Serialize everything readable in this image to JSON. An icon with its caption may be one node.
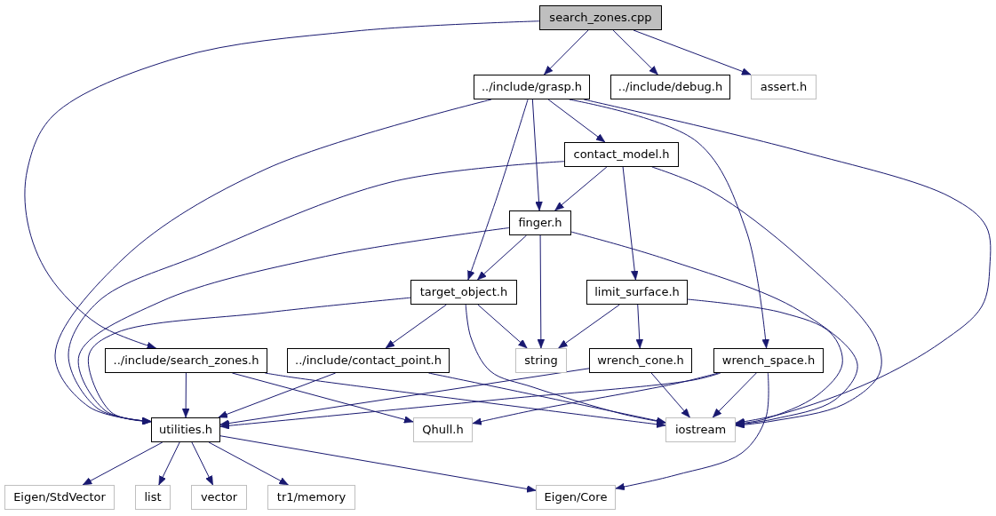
{
  "diagram": {
    "nodes": [
      {
        "text": [
          "search_zones.cpp"
        ]
      },
      {
        "text": [
          "../include/grasp.h"
        ]
      },
      {
        "text": [
          "../include/debug.h"
        ]
      },
      {
        "text": [
          "assert.h"
        ]
      },
      {
        "text": [
          "contact_model.h"
        ]
      },
      {
        "text": [
          "finger.h"
        ]
      },
      {
        "text": [
          "target_object.h"
        ]
      },
      {
        "text": [
          "limit_surface.h"
        ]
      },
      {
        "text": [
          "../include/search_zones.h"
        ]
      },
      {
        "text": [
          "../include/contact_point.h"
        ]
      },
      {
        "text": [
          "string"
        ]
      },
      {
        "text": [
          "wrench_cone.h"
        ]
      },
      {
        "text": [
          "wrench_space.h"
        ]
      },
      {
        "text": [
          "utilities.h"
        ]
      },
      {
        "text": [
          "Qhull.h"
        ]
      },
      {
        "text": [
          "iostream"
        ]
      },
      {
        "text": [
          "Eigen/StdVector"
        ]
      },
      {
        "text": [
          "list"
        ]
      },
      {
        "text": [
          "vector"
        ]
      },
      {
        "text": [
          "tr1/memory"
        ]
      },
      {
        "text": [
          "Eigen/Core"
        ]
      }
    ],
    "edges": [
      {
        "from": 0,
        "to": 1,
        "arrow": "to"
      },
      {
        "from": 0,
        "to": 2,
        "arrow": "to"
      },
      {
        "from": 0,
        "to": 3,
        "arrow": "to"
      },
      {
        "from": 0,
        "to": 8,
        "arrow": "to"
      },
      {
        "from": 1,
        "to": 4,
        "arrow": "to"
      },
      {
        "from": 1,
        "to": 5,
        "arrow": "to"
      },
      {
        "from": 1,
        "to": 6,
        "arrow": "to"
      },
      {
        "from": 1,
        "to": 12,
        "arrow": "to"
      },
      {
        "from": 1,
        "to": 13,
        "arrow": "to"
      },
      {
        "from": 1,
        "to": 15,
        "arrow": "to"
      },
      {
        "from": 4,
        "to": 5,
        "arrow": "to"
      },
      {
        "from": 4,
        "to": 7,
        "arrow": "to"
      },
      {
        "from": 4,
        "to": 13,
        "arrow": "to"
      },
      {
        "from": 4,
        "to": 15,
        "arrow": "to"
      },
      {
        "from": 5,
        "to": 6,
        "arrow": "to"
      },
      {
        "from": 5,
        "to": 10,
        "arrow": "to"
      },
      {
        "from": 5,
        "to": 13,
        "arrow": "to"
      },
      {
        "from": 5,
        "to": 15,
        "arrow": "to"
      },
      {
        "from": 6,
        "to": 9,
        "arrow": "to"
      },
      {
        "from": 6,
        "to": 10,
        "arrow": "to"
      },
      {
        "from": 6,
        "to": 13,
        "arrow": "to"
      },
      {
        "from": 6,
        "to": 15,
        "arrow": "to"
      },
      {
        "from": 7,
        "to": 10,
        "arrow": "to"
      },
      {
        "from": 7,
        "to": 11,
        "arrow": "to"
      },
      {
        "from": 7,
        "to": 15,
        "arrow": "to"
      },
      {
        "from": 8,
        "to": 13,
        "arrow": "to"
      },
      {
        "from": 8,
        "to": 14,
        "arrow": "to"
      },
      {
        "from": 8,
        "to": 15,
        "arrow": "to"
      },
      {
        "from": 9,
        "to": 13,
        "arrow": "to"
      },
      {
        "from": 9,
        "to": 15,
        "arrow": "to"
      },
      {
        "from": 11,
        "to": 13,
        "arrow": "to"
      },
      {
        "from": 11,
        "to": 15,
        "arrow": "to"
      },
      {
        "from": 12,
        "to": 13,
        "arrow": "to"
      },
      {
        "from": 12,
        "to": 14,
        "arrow": "to"
      },
      {
        "from": 12,
        "to": 15,
        "arrow": "to"
      },
      {
        "from": 12,
        "to": 20,
        "arrow": "to"
      },
      {
        "from": 13,
        "to": 16,
        "arrow": "to"
      },
      {
        "from": 13,
        "to": 17,
        "arrow": "to"
      },
      {
        "from": 13,
        "to": 18,
        "arrow": "to"
      },
      {
        "from": 13,
        "to": 19,
        "arrow": "to"
      },
      {
        "from": 13,
        "to": 20,
        "arrow": "to"
      }
    ]
  }
}
